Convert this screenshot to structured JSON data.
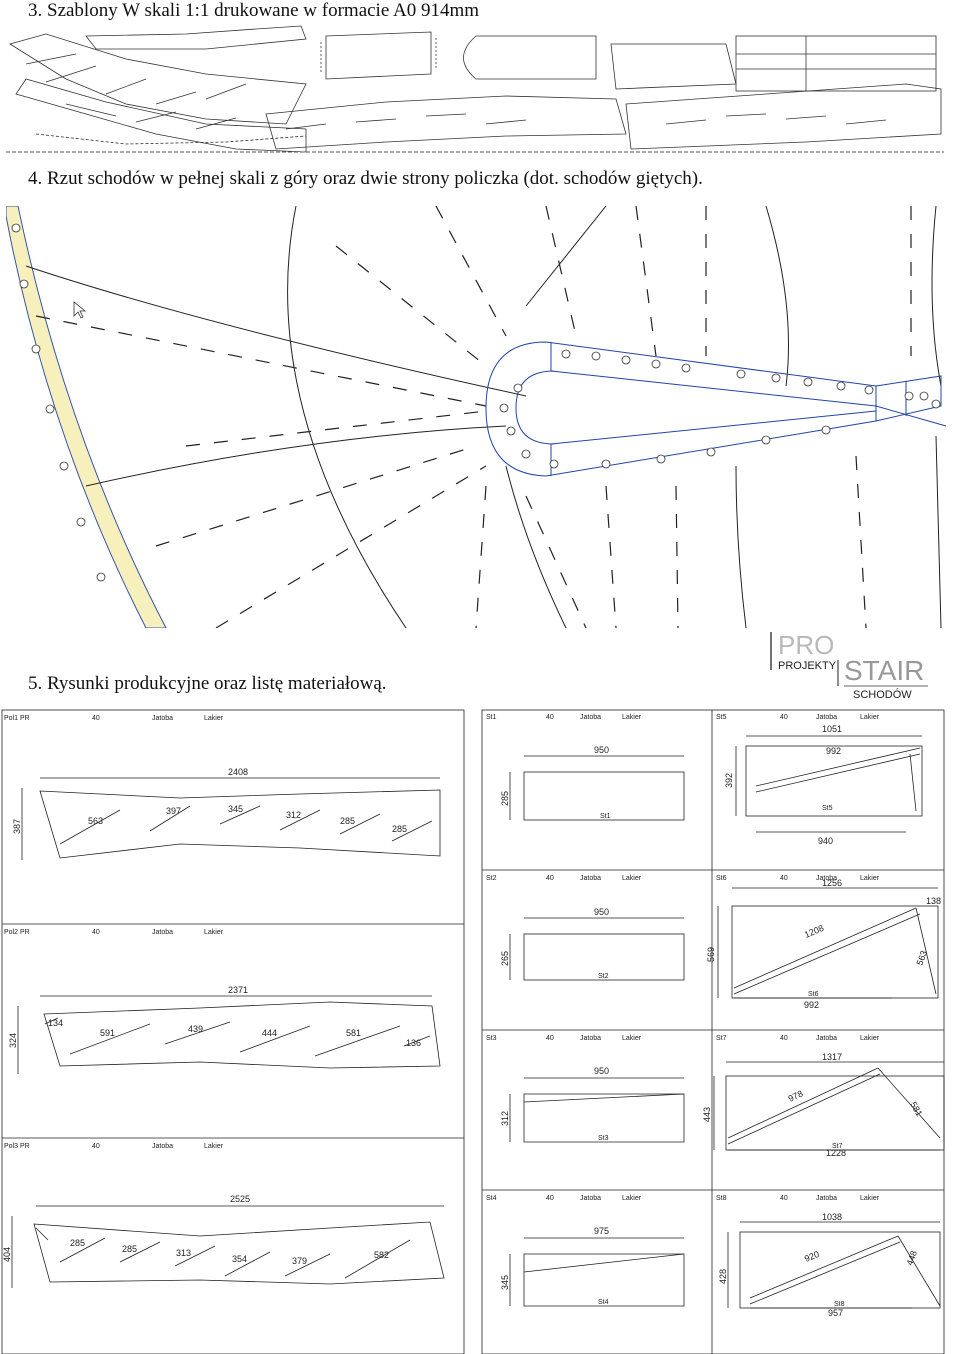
{
  "headings": {
    "h3": "3. Szablony W skali 1:1 drukowane w formacie A0  914mm",
    "h4": "4. Rzut schodów w pełnej skali z góry oraz dwie strony policzka  (dot. schodów giętych).",
    "h5": "5. Rysunki produkcyjne oraz listę materiałową."
  },
  "logo": {
    "pro": "PRO",
    "projekty": "PROJEKTY",
    "stair": "STAIR",
    "schodow": "SCHODÓW"
  },
  "stringers": [
    {
      "name": "Pol1 PR",
      "thickness": "40",
      "wood": "Jatoba",
      "finish": "Lakier",
      "length": "2408",
      "height": "387",
      "marks": [
        "563",
        "397",
        "345",
        "312",
        "285",
        "285"
      ]
    },
    {
      "name": "Pol2 PR",
      "thickness": "40",
      "wood": "Jatoba",
      "finish": "Lakier",
      "length": "2371",
      "height": "324",
      "marks": [
        "134",
        "591",
        "439",
        "444",
        "581",
        "136"
      ]
    },
    {
      "name": "Pol3 PR",
      "thickness": "40",
      "wood": "Jatoba",
      "finish": "Lakier",
      "length": "2525",
      "height": "404",
      "marks": [
        "285",
        "285",
        "313",
        "354",
        "379",
        "582"
      ]
    }
  ],
  "steps": [
    {
      "name": "St1",
      "thickness": "40",
      "wood": "Jatoba",
      "finish": "Lakier",
      "top": "950",
      "side": "285",
      "label": "St1"
    },
    {
      "name": "St2",
      "thickness": "40",
      "wood": "Jatoba",
      "finish": "Lakier",
      "top": "950",
      "side": "265",
      "label": "St2"
    },
    {
      "name": "St3",
      "thickness": "40",
      "wood": "Jatoba",
      "finish": "Lakier",
      "top": "950",
      "side": "312",
      "label": "St3"
    },
    {
      "name": "St4",
      "thickness": "40",
      "wood": "Jatoba",
      "finish": "Lakier",
      "top": "975",
      "side": "345",
      "label": "St4"
    },
    {
      "name": "St5",
      "thickness": "40",
      "wood": "Jatoba",
      "finish": "Lakier",
      "top": "1051",
      "side": "392",
      "bottom": "940",
      "diag": "992",
      "label": "St5"
    },
    {
      "name": "St6",
      "thickness": "40",
      "wood": "Jatoba",
      "finish": "Lakier",
      "top": "1256",
      "side": "569",
      "bottom": "992",
      "diag": "1208",
      "extra1": "138",
      "extra2": "563",
      "label": "St6"
    },
    {
      "name": "St7",
      "thickness": "40",
      "wood": "Jatoba",
      "finish": "Lakier",
      "top": "1317",
      "side": "443",
      "bottom": "1228",
      "diag": "978",
      "extra2": "581",
      "label": "St7"
    },
    {
      "name": "St8",
      "thickness": "40",
      "wood": "Jatoba",
      "finish": "Lakier",
      "top": "1038",
      "side": "428",
      "bottom": "957",
      "diag": "920",
      "extra2": "448",
      "label": "St8"
    }
  ]
}
